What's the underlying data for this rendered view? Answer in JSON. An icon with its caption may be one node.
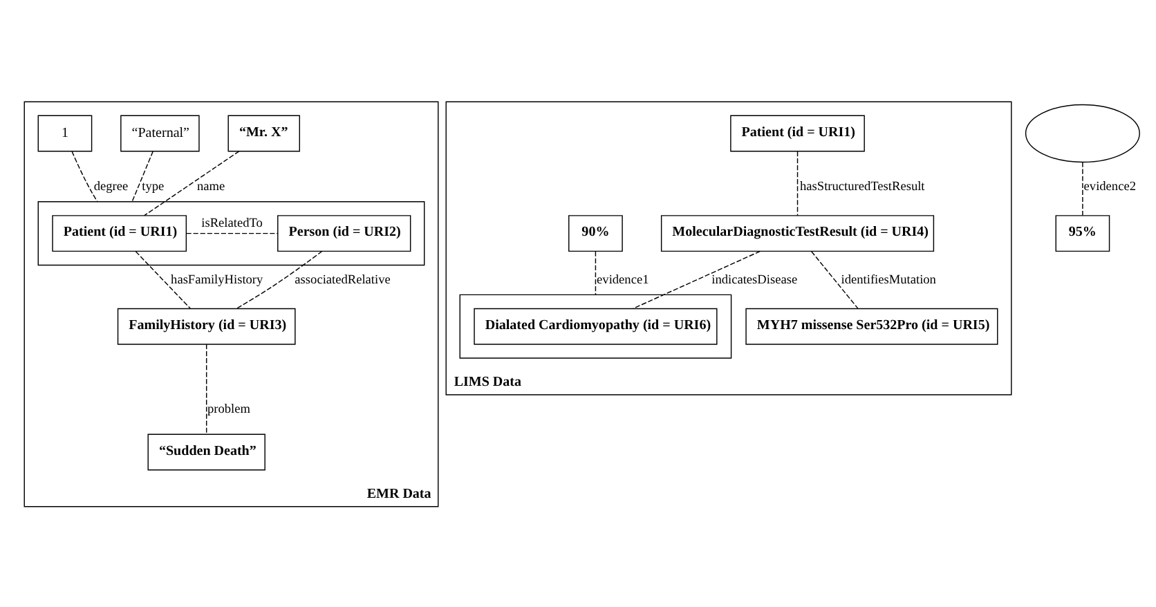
{
  "diagram": {
    "nodes": [
      {
        "text": [
          "EMR Data"
        ]
      },
      {
        "text": [
          "“Mr. X”"
        ],
        "in": 0
      },
      {
        "text": [
          "“Paternal”"
        ],
        "in": 0
      },
      {
        "text": [
          "1"
        ],
        "in": 0
      },
      {
        "text": [],
        "shape": "box",
        "in": 0
      },
      {
        "text": [
          "Patient (id = URI1)"
        ],
        "in": 4
      },
      {
        "text": [
          "Person (id = URI2)"
        ],
        "in": 4
      },
      {
        "text": [
          "FamilyHistory (id = URI3)"
        ],
        "in": 0
      },
      {
        "text": [
          "“Sudden Death”"
        ],
        "in": 0
      },
      {
        "text": [
          "LIMS Data"
        ]
      },
      {
        "text": [
          "Patient (id = URI1)"
        ],
        "in": 9
      },
      {
        "text": [
          "90%"
        ],
        "in": 9
      },
      {
        "text": [
          "MolecularDiagnosticTestResult (id = URI4)"
        ],
        "in": 9
      },
      {
        "text": [],
        "shape": "box",
        "in": 9
      },
      {
        "text": [],
        "shape": "ellipse"
      },
      {
        "text": [
          "MYH7 missense Ser532Pro (id = URI5)"
        ],
        "in": 9
      },
      {
        "text": [
          "Dialated Cardiomyopathy (id = URI6)"
        ],
        "in": 13
      },
      {
        "text": [
          "95%"
        ]
      }
    ],
    "edges": [
      {
        "from": 1,
        "to": 5,
        "arrow": "none",
        "label": "name",
        "style": "dashed"
      },
      {
        "from": 2,
        "to": 4,
        "arrow": "none",
        "label": "type",
        "style": "dashed"
      },
      {
        "from": 3,
        "to": 4,
        "arrow": "none",
        "label": "degree",
        "style": "dashed"
      },
      {
        "from": 5,
        "to": 6,
        "arrow": "none",
        "label": "isRelatedTo",
        "style": "dashed"
      },
      {
        "from": 5,
        "to": 7,
        "arrow": "none",
        "label": "hasFamilyHistory",
        "style": "dashed"
      },
      {
        "from": 6,
        "to": 7,
        "arrow": "none",
        "label": "associatedRelative",
        "style": "dashed"
      },
      {
        "from": 7,
        "to": 8,
        "arrow": "none",
        "label": "problem",
        "style": "dashed"
      },
      {
        "from": 10,
        "to": 12,
        "arrow": "none",
        "label": "hasStructuredTestResult",
        "style": "dashed"
      },
      {
        "from": 11,
        "to": 13,
        "arrow": "none",
        "label": "evidence1",
        "style": "dashed"
      },
      {
        "from": 12,
        "to": 15,
        "arrow": "none",
        "label": "identifiesMutation",
        "style": "dashed"
      },
      {
        "from": 12,
        "to": 16,
        "arrow": "none",
        "label": "indicatesDisease",
        "style": "dashed"
      },
      {
        "from": 14,
        "to": 17,
        "arrow": "none",
        "label": "evidence2",
        "style": "dashed"
      }
    ]
  }
}
